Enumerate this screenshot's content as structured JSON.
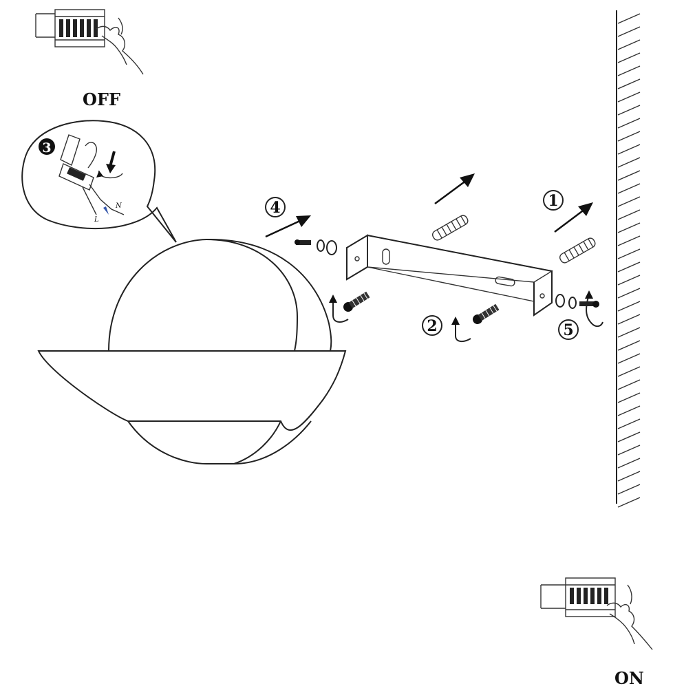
{
  "labels": {
    "off": "OFF",
    "on": "ON",
    "fuse_letters": {
      "l": "L",
      "n": "N"
    }
  },
  "steps": [
    {
      "num": "1"
    },
    {
      "num": "2"
    },
    {
      "num": "3"
    },
    {
      "num": "4"
    },
    {
      "num": "5"
    }
  ],
  "colors": {
    "ink": "#111111",
    "paper": "#ffffff"
  }
}
